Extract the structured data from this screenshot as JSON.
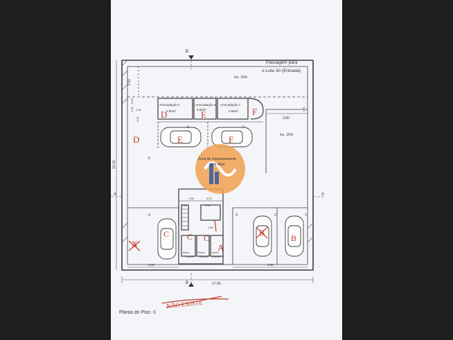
{
  "plan": {
    "title": "Planta do Piso -1",
    "passage": [
      "Passagem para",
      "o Lote 30 (Entrada)"
    ],
    "zone": [
      "Zona de estacionamento",
      "174,40m²"
    ],
    "storage_labels": [
      "Arrecadação 5",
      "Arrecadação 6",
      "Arrecadação 7"
    ],
    "storage_areas": [
      "5.50m²",
      "5.50m²",
      "5.50m²"
    ],
    "inclines": [
      "inc. 15%",
      "inc. 15%"
    ],
    "section_marks": [
      "B",
      "B",
      "A",
      "A"
    ],
    "space_numbers": [
      "1",
      "2",
      "3",
      "4",
      "5",
      "6",
      "7"
    ],
    "lower_storage_labels": [
      "Arrec.",
      "Arrec.",
      "Arrec."
    ],
    "lower_storage_areas": [
      "5.40m²",
      "5.20m²",
      "4.80m²"
    ],
    "dims": {
      "total_width": "17.00",
      "height": "13.10",
      "top_right": "3.80",
      "top_left": "3.00",
      "bottom_left": "3.30",
      "bottom_right": "6.55",
      "small": [
        "0.20",
        "1.20",
        "2.50",
        "0.20",
        "1.30",
        "0.20",
        "1.70",
        "0.20",
        "0.20",
        "1.50"
      ]
    },
    "handwritten_letters": [
      "D",
      "E",
      "D",
      "E",
      "F",
      "F",
      "C",
      "X",
      "B",
      "C",
      "C",
      "A",
      "B"
    ],
    "handwritten_note": "NÃO EXISTE"
  },
  "colors": {
    "paper": "#f4f5f8",
    "ink": "#3a3a3a",
    "red_ink": "#c0392b",
    "logo_orange": "#f0a050",
    "logo_blue": "#3a5fa8"
  }
}
